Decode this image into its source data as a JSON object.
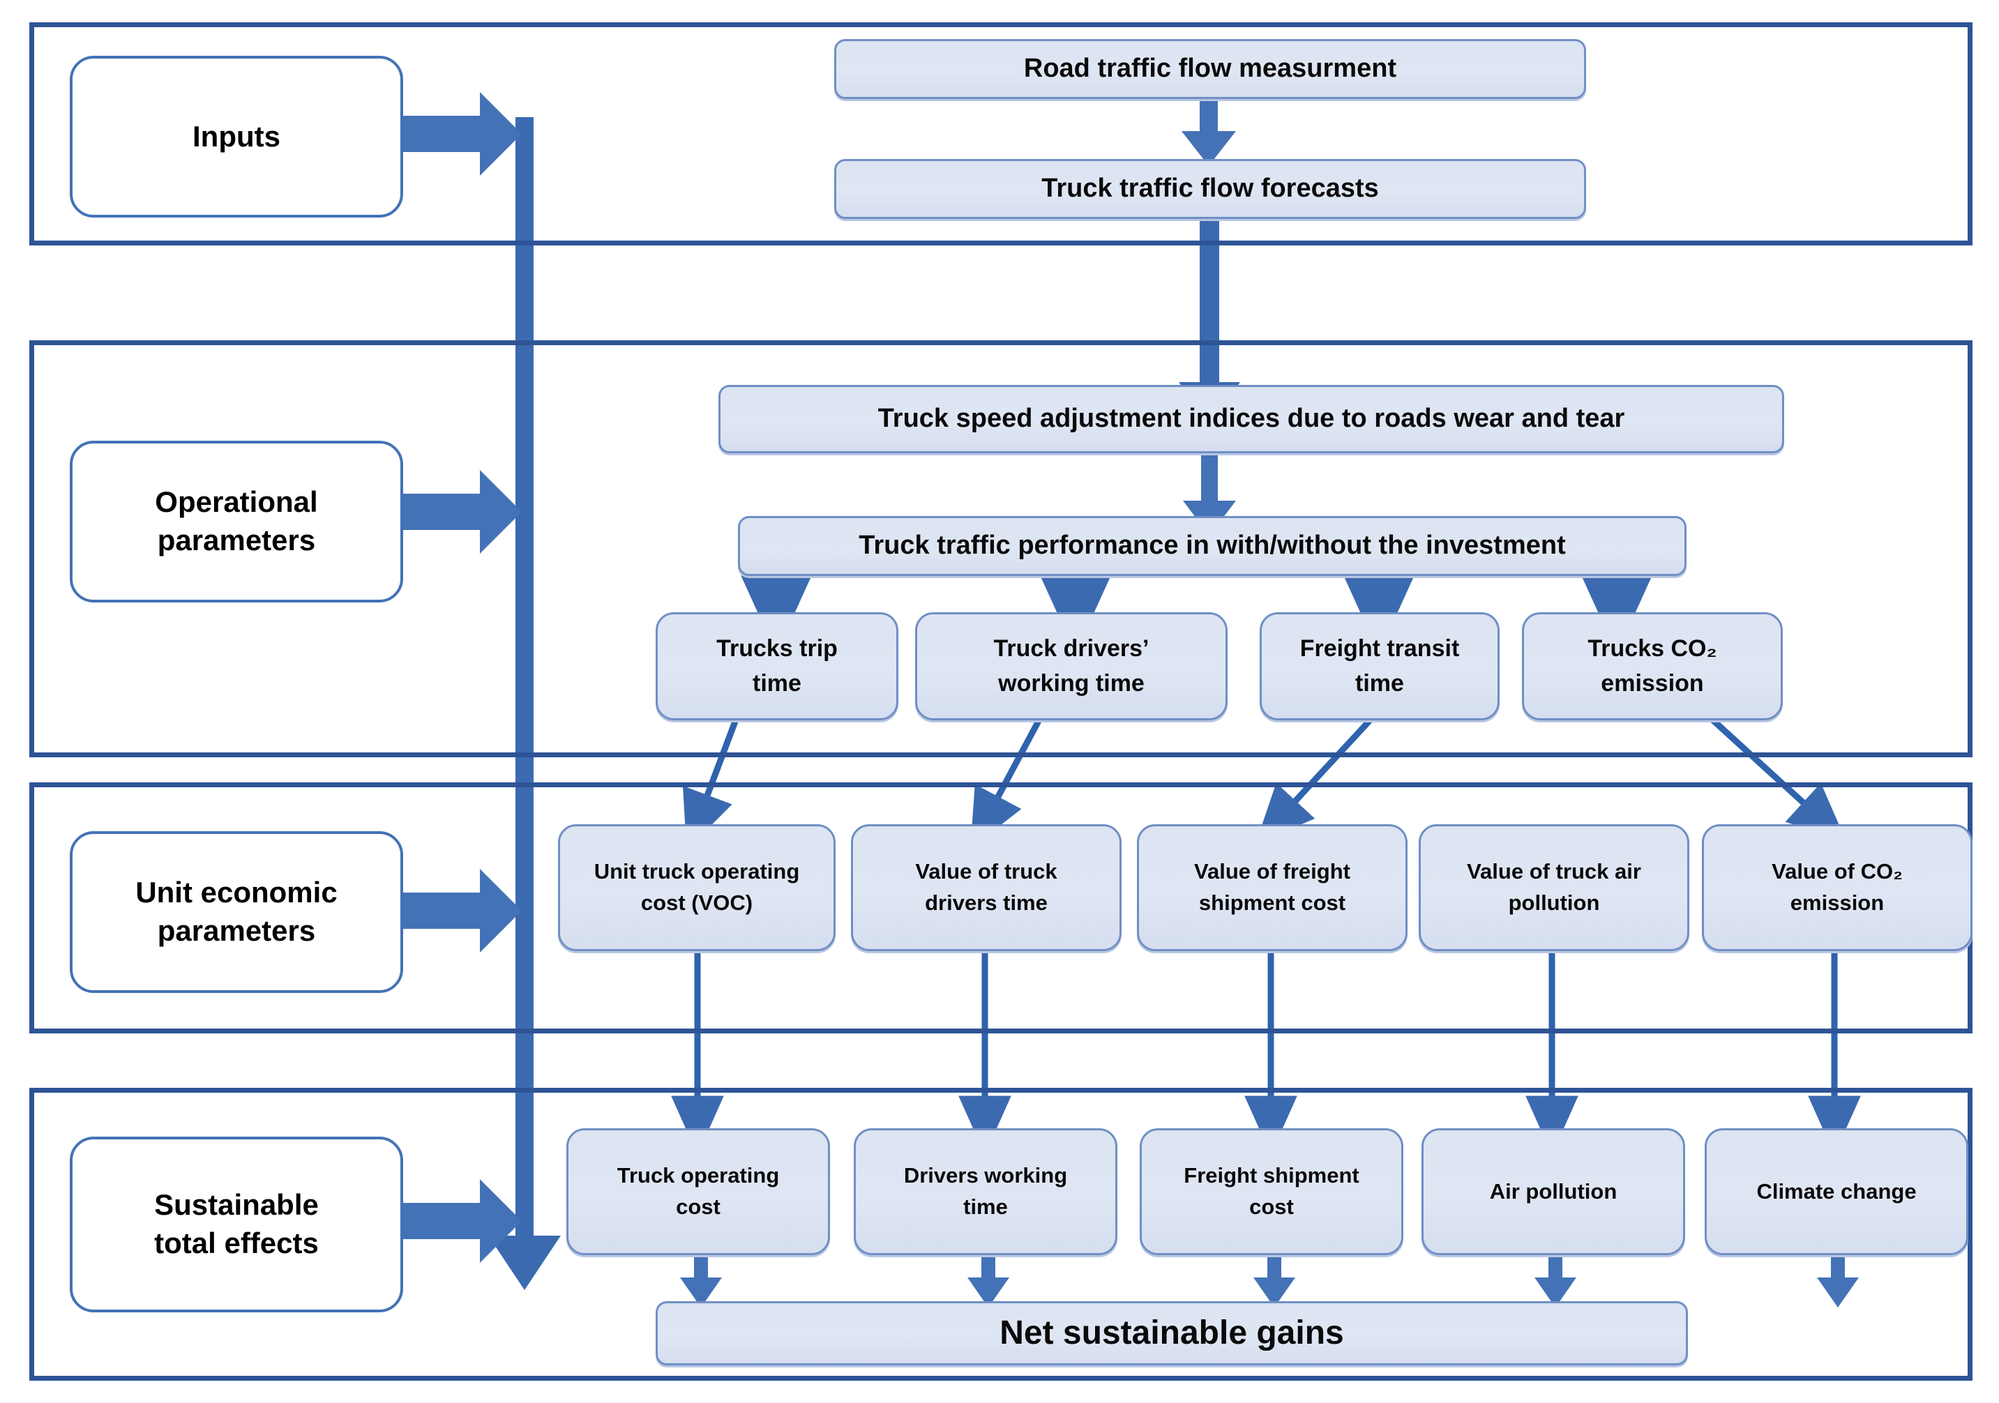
{
  "diagram": {
    "title": "Sustainable gains assessment flowchart",
    "colors": {
      "frame": "#2e5496",
      "box_border": "#6f8fc4",
      "box_fill": "#dde4f2",
      "arrow": "#4472b6",
      "pill_border": "#4472b6",
      "text": "#000000"
    }
  },
  "sections": [
    {
      "id": "inputs",
      "label": "Inputs"
    },
    {
      "id": "operational",
      "label": "Operational\nparameters",
      "line1": "Operational",
      "line2": "parameters"
    },
    {
      "id": "unit_economic",
      "label": "Unit economic\nparameters",
      "line1": "Unit economic",
      "line2": "parameters"
    },
    {
      "id": "sustainable",
      "label": "Sustainable\ntotal effects",
      "line1": "Sustainable",
      "line2": "total effects"
    }
  ],
  "inputs": {
    "boxes": [
      {
        "id": "road-traffic-flow-measurment",
        "label": "Road traffic flow measurment"
      },
      {
        "id": "truck-traffic-flow-forecasts",
        "label": "Truck traffic flow forecasts"
      }
    ]
  },
  "operational": {
    "speed_index": {
      "id": "truck-speed-adjustment-indices",
      "label": "Truck speed adjustment indices due to roads wear and tear"
    },
    "performance": {
      "id": "truck-traffic-performance",
      "label": "Truck traffic performance in with/without the investment"
    },
    "outputs": [
      {
        "id": "trucks-trip-time",
        "line1": "Trucks trip",
        "line2": "time"
      },
      {
        "id": "truck-drivers-working-time",
        "line1": "Truck drivers’",
        "line2": "working time"
      },
      {
        "id": "freight-transit-time",
        "line1": "Freight transit",
        "line2": "time"
      },
      {
        "id": "trucks-co2-emission",
        "line1": "Trucks CO₂",
        "line2": "emission"
      }
    ]
  },
  "unit_economic": {
    "boxes": [
      {
        "id": "unit-truck-operating-cost",
        "line1": "Unit truck operating",
        "line2": "cost (VOC)"
      },
      {
        "id": "value-of-truck-drivers-time",
        "line1": "Value of truck",
        "line2": "drivers time"
      },
      {
        "id": "value-of-freight-shipment-cost",
        "line1": "Value of freight",
        "line2": "shipment cost"
      },
      {
        "id": "value-of-truck-air-pollution",
        "line1": "Value of truck air",
        "line2": "pollution"
      },
      {
        "id": "value-of-co2-emission",
        "line1": "Value of CO₂",
        "line2": "emission"
      }
    ]
  },
  "sustainable": {
    "boxes": [
      {
        "id": "truck-operating-cost",
        "line1": "Truck operating",
        "line2": "cost"
      },
      {
        "id": "drivers-working-time",
        "line1": "Drivers working",
        "line2": "time"
      },
      {
        "id": "freight-shipment-cost",
        "line1": "Freight shipment",
        "line2": "cost"
      },
      {
        "id": "air-pollution",
        "line1": "Air pollution",
        "line2": ""
      },
      {
        "id": "climate-change",
        "line1": "Climate change",
        "line2": ""
      }
    ],
    "total": {
      "id": "net-sustainable-gains",
      "label": "Net sustainable gains"
    }
  }
}
